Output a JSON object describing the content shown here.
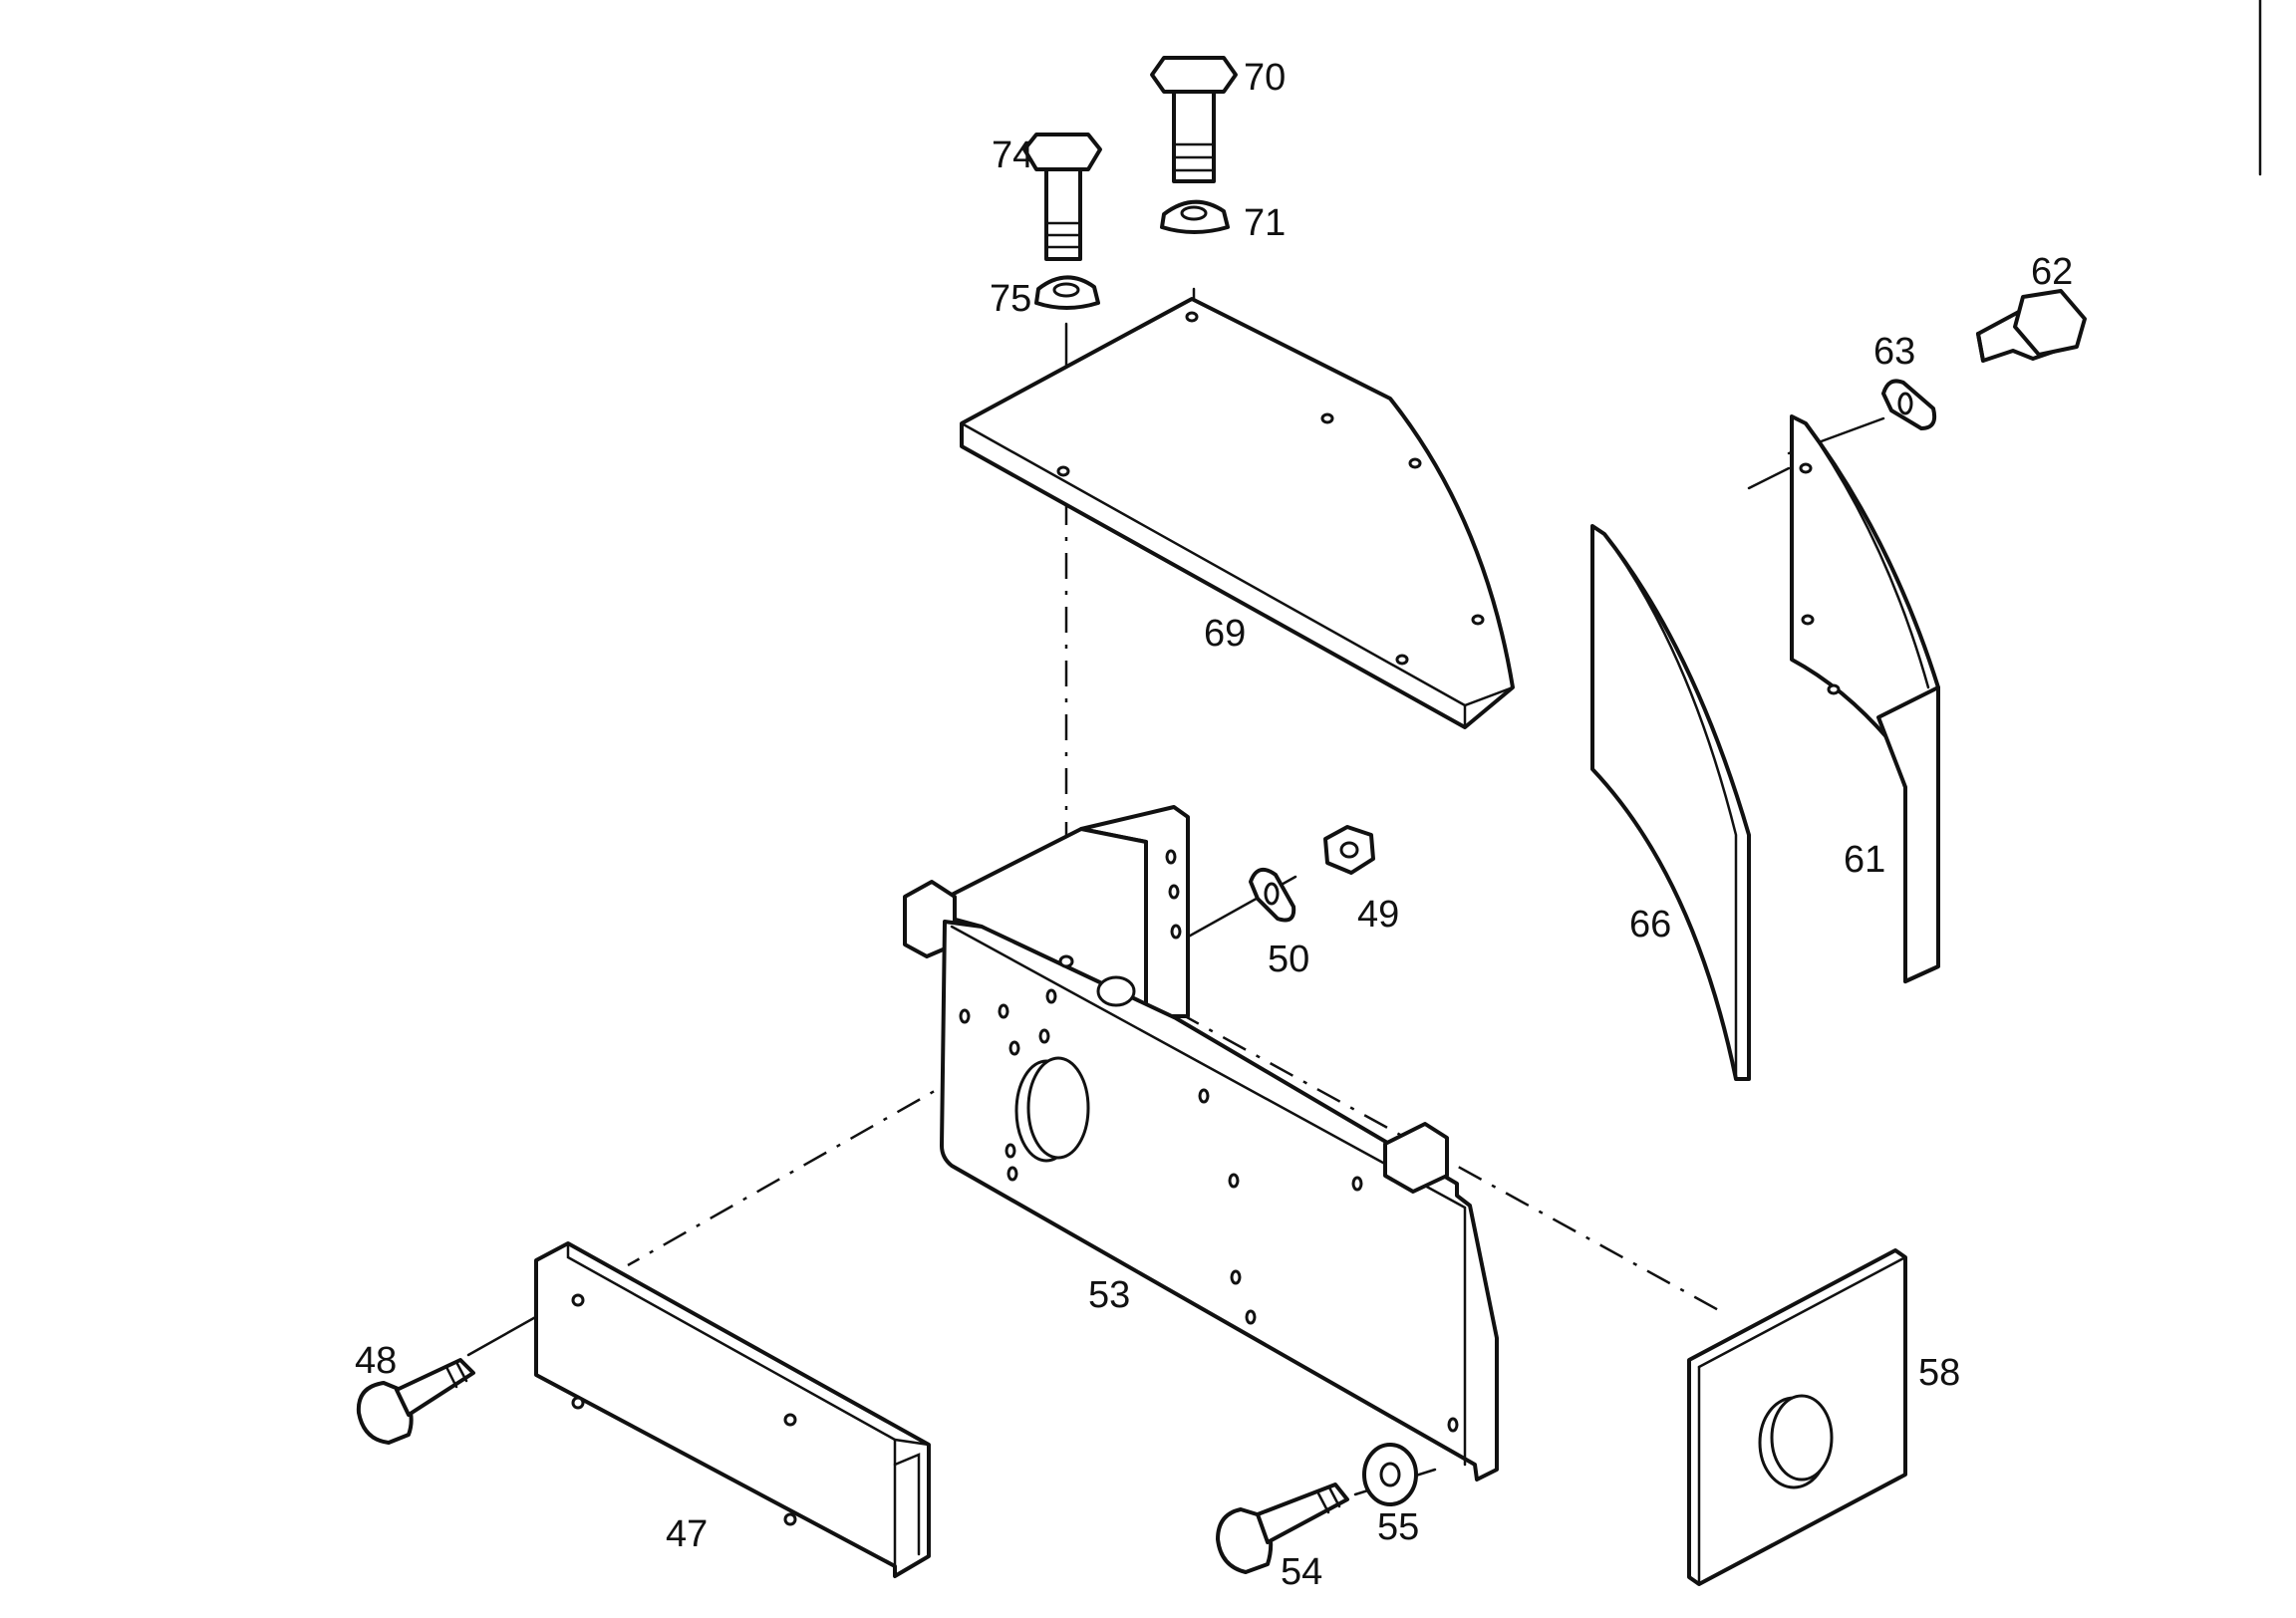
{
  "diagram": {
    "labels": {
      "p47": "47",
      "p48": "48",
      "p49": "49",
      "p50": "50",
      "p53": "53",
      "p54": "54",
      "p55": "55",
      "p58": "58",
      "p61": "61",
      "p62": "62",
      "p63": "63",
      "p66": "66",
      "p69": "69",
      "p70": "70",
      "p71": "71",
      "p74": "74",
      "p75": "75"
    }
  }
}
